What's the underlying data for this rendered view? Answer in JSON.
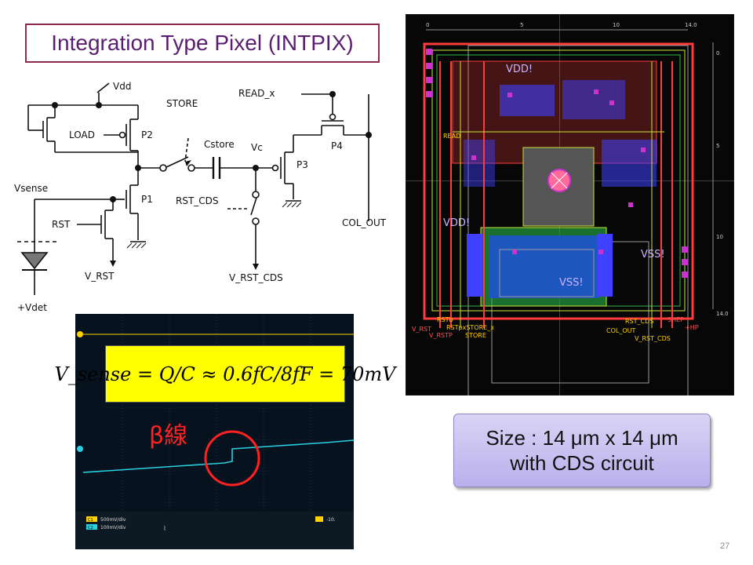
{
  "title": "Integration Type Pixel (INTPIX)",
  "schematic": {
    "vdd": "Vdd",
    "store": "STORE",
    "read": "READ_x",
    "load": "LOAD",
    "p2": "P2",
    "cstore": "Cstore",
    "vc": "Vc",
    "p4": "P4",
    "p3": "P3",
    "vsense": "Vsense",
    "p1": "P1",
    "rst_cds": "RST_CDS",
    "rst": "RST",
    "col_out": "COL_OUT",
    "v_rst": "V_RST",
    "v_rst_cds": "V_RST_CDS",
    "vdet": "+Vdet"
  },
  "layout": {
    "ruler_top": [
      "0",
      "5",
      "10",
      "14.0"
    ],
    "ruler_right": [
      "0",
      "5",
      "10",
      "14.0"
    ],
    "labels": [
      "VDD!",
      "VDD!",
      "VSS!",
      "VSS!",
      "RSTb",
      "RSTpxSTORE_x",
      "STORE",
      "RST_CDS",
      "COL_OUT",
      "V_RST_CDS",
      "V_RST",
      "V_RSTP",
      "+HP",
      "SHEP",
      "READ"
    ],
    "colors": {
      "metal": "#ff3b3b",
      "poly": "#c8e83a",
      "diff": "#2ab84a",
      "nwell": "#4040ff",
      "contact": "#cc33cc",
      "label": "#ffd200"
    }
  },
  "scope": {
    "ch1_scale": "500mV/div",
    "ch2_scale": "100mV/div",
    "ch1_tag": "C1",
    "ch2_tag": "C2",
    "readout": "-10.",
    "trace_color": "#2ad0e0",
    "annotation_color": "#ff2020"
  },
  "formula": "V_sense = Q/C ≈ 0.6fC/8fF = 70mV",
  "beta_label": "β線",
  "size_box": {
    "line1": "Size : 14 μm x 14 μm",
    "line2": "with CDS circuit"
  },
  "page_number": "27"
}
